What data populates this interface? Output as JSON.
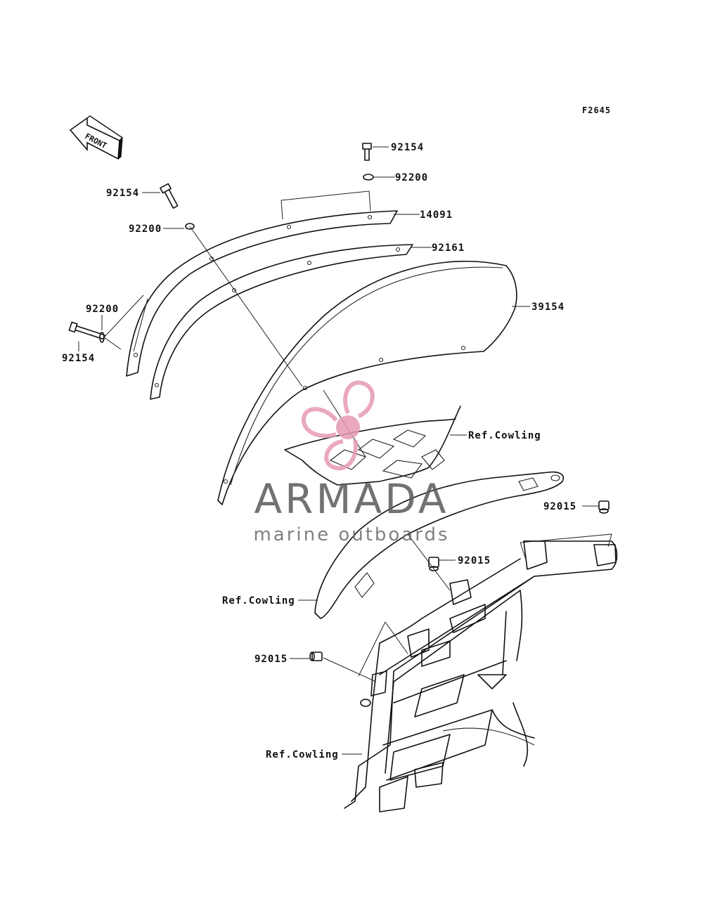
{
  "figure_number": "F2645",
  "front_label": "FRONT",
  "callouts": {
    "c1": "92154",
    "c2": "92200",
    "c3": "14091",
    "c4": "92154",
    "c5": "92200",
    "c6": "92161",
    "c7": "39154",
    "c8": "92200",
    "c9": "92154",
    "c10": "Ref.Cowling",
    "c11": "92015",
    "c12": "92015",
    "c13": "Ref.Cowling",
    "c14": "92015",
    "c15": "Ref.Cowling"
  },
  "watermark": {
    "title": "ARMADA",
    "subtitle": "marine outboards",
    "color": "#e79ab6"
  }
}
